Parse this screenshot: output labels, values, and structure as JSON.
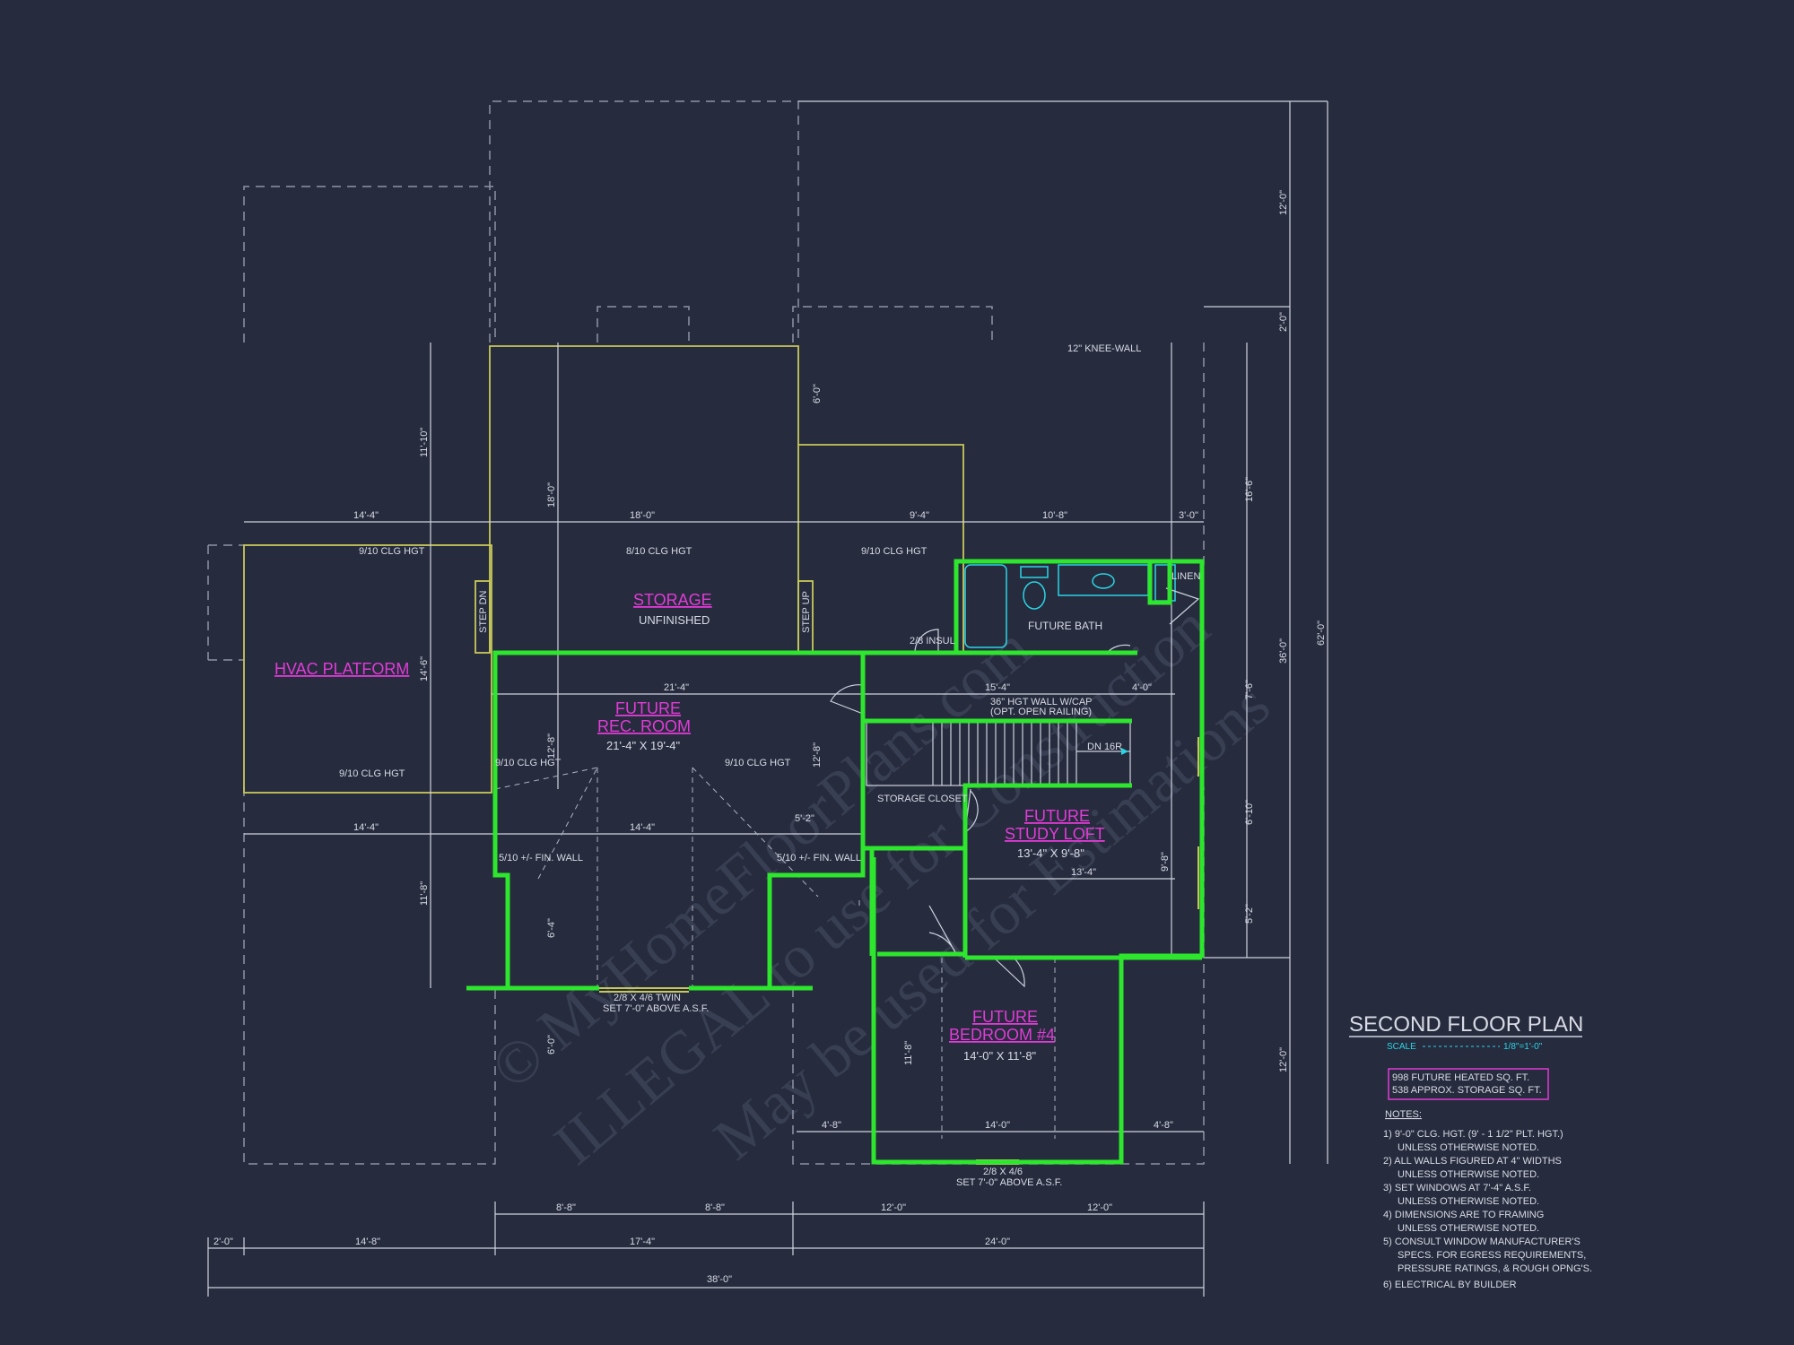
{
  "title": "SECOND FLOOR PLAN",
  "scale_label": "SCALE",
  "scale_value": "1/8\"=1'-0\"",
  "area": [
    "998 FUTURE HEATED SQ. FT.",
    "538 APPROX. STORAGE SQ. FT."
  ],
  "notes_header": "NOTES:",
  "notes": [
    "1) 9'-0\" CLG. HGT. (9' - 1 1/2\" PLT. HGT.)",
    "UNLESS OTHERWISE NOTED.",
    "2) ALL WALLS FIGURED AT 4\" WIDTHS",
    "UNLESS OTHERWISE NOTED.",
    "3) SET WINDOWS AT 7'-4\" A.S.F.",
    "UNLESS OTHERWISE NOTED.",
    "4) DIMENSIONS ARE TO FRAMING",
    "UNLESS OTHERWISE NOTED.",
    "5) CONSULT WINDOW MANUFACTURER'S",
    "SPECS. FOR EGRESS REQUIREMENTS,",
    "PRESSURE RATINGS, & ROUGH OPNG'S.",
    "6) ELECTRICAL BY BUILDER"
  ],
  "rooms": {
    "storage": {
      "name": "STORAGE",
      "sub": "UNFINISHED"
    },
    "hvac": {
      "name": "HVAC PLATFORM"
    },
    "rec1": "FUTURE",
    "rec2": "REC. ROOM",
    "rec_size": "21'-4\" X 19'-4\"",
    "loft1": "FUTURE",
    "loft2": "STUDY LOFT",
    "loft_size": "13'-4\" X 9'-8\"",
    "bed1": "FUTURE",
    "bed2": "BEDROOM #4",
    "bed_size": "14'-0\" X 11'-8\"",
    "bath": "FUTURE BATH",
    "linen": "LINEN",
    "storage_closet": "STORAGE CLOSET"
  },
  "plan_labels": {
    "clg_910_a": "9/10 CLG HGT",
    "clg_810": "8/10 CLG HGT",
    "clg_910_b": "9/10 CLG HGT",
    "clg_910_c": "9/10 CLG HGT",
    "clg_910_d": "9/10 CLG HGT",
    "clg_910_e": "9/10 CLG HGT",
    "kneewall_top": "12\" KNEE-WALL",
    "stair_wall": "36\" HGT WALL W/CAP",
    "stair_wall2": "(OPT. OPEN RAILING)",
    "dn": "DN 16R",
    "step_dn": "STEP DN",
    "step_up": "STEP UP",
    "insul": "2/8 INSUL",
    "win_rec": "2/8 X 4/6 TWIN",
    "win_rec2": "SET 7'-0\" ABOVE A.S.F.",
    "win_bed": "2/8 X 4/6",
    "win_bed2": "SET 7'-0\" ABOVE A.S.F.",
    "fin_wall_a": "5/10 +/- FIN. WALL",
    "fin_wall_b": "5/10 +/- FIN. WALL"
  },
  "dims": {
    "d1": "14'-4\"",
    "d2": "18'-0\"",
    "d3": "9'-4\"",
    "d4": "10'-8\"",
    "d5": "3'-0\"",
    "d6": "21'-4\"",
    "d7": "15'-4\"",
    "d8": "4'-0\"",
    "d9": "14'-4\"",
    "d10": "14'-4\"",
    "d11": "5'-2\"",
    "d12": "13'-4\"",
    "d13": "4'-8\"",
    "d14": "14'-0\"",
    "d15": "4'-8\"",
    "d16": "8'-8\"",
    "d17": "8'-8\"",
    "d18": "12'-0\"",
    "d19": "12'-0\"",
    "d20": "2'-0\"",
    "d21": "14'-8\"",
    "d22": "17'-4\"",
    "d23": "24'-0\"",
    "d24": "38'-0\"",
    "v1": "12'-0\"",
    "v2": "2'-0\"",
    "v3": "16'-6\"",
    "v4": "36'-0\"",
    "v5": "62'-0\"",
    "v6": "7'-6\"",
    "v7": "6'-10\"",
    "v8": "5'-2\"",
    "v9": "12'-0\"",
    "v10": "11'-10\"",
    "v11": "14'-6\"",
    "v12": "11'-8\"",
    "v13": "18'-0\"",
    "v14": "12'-8\"",
    "v15": "6'-0\"",
    "v16": "6'-4\"",
    "v17": "6'-0\"",
    "v18": "9'-8\"",
    "v19": "11'-8\"",
    "v20": "12'-8\""
  },
  "watermark": [
    "© MyHomeFloorPlans.com",
    "ILLEGAL to use for Construction",
    "May be used for Estimations"
  ],
  "colors": {
    "background": "#262b3d",
    "walls": "#2de62d",
    "room_names": "#e23bd8",
    "storage_outline": "#c8c85a",
    "lines": "#cfd3e0",
    "scale_accent": "#29d6e6"
  }
}
